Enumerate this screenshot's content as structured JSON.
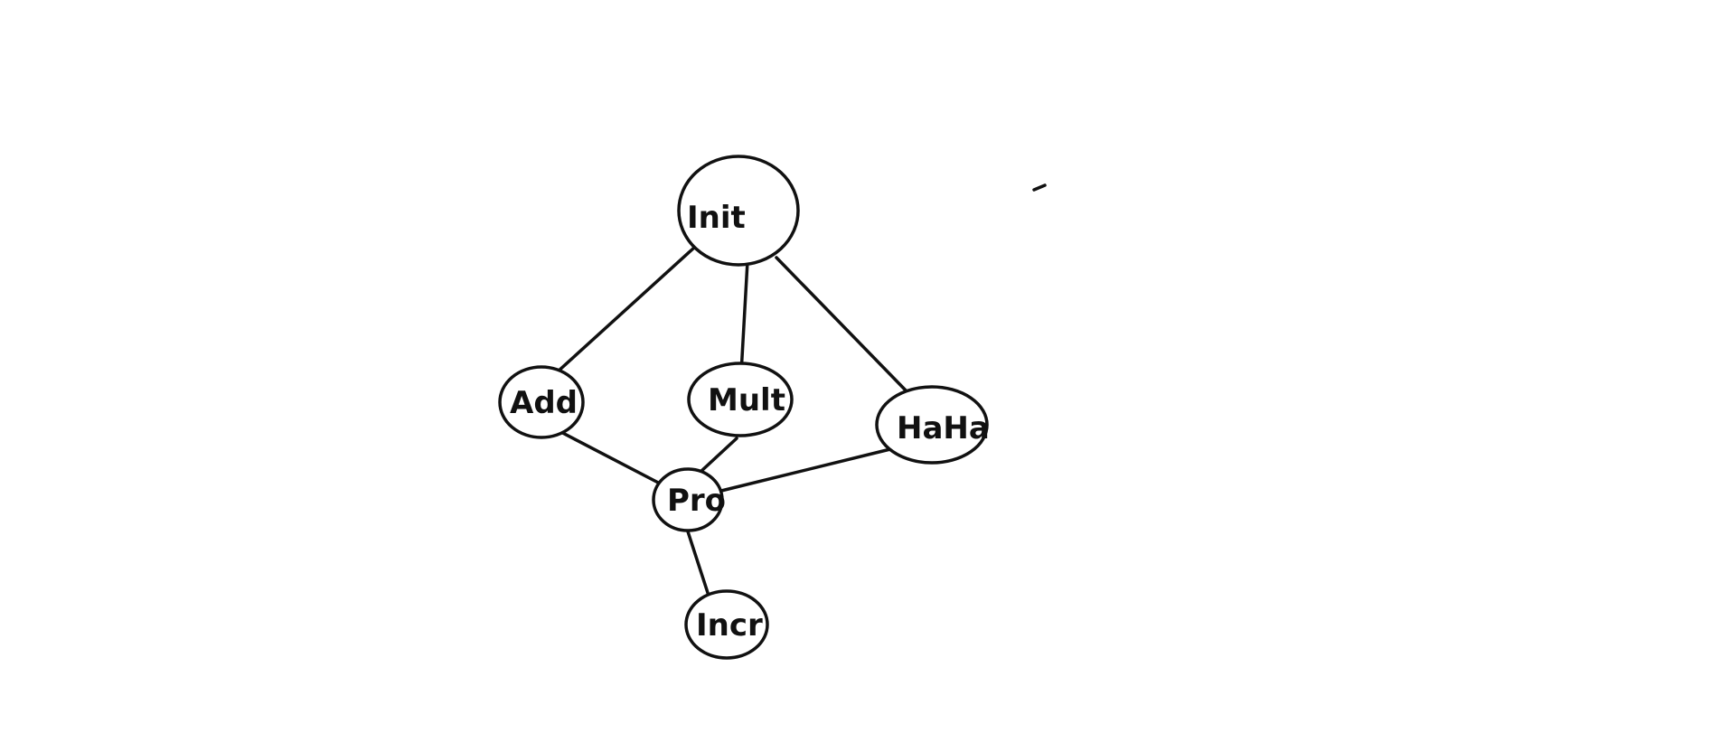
{
  "diagram": {
    "colors": {
      "stroke": "#111111",
      "background": "#ffffff"
    },
    "nodes": [
      {
        "id": "init",
        "label": "Init"
      },
      {
        "id": "add",
        "label": "Add"
      },
      {
        "id": "mult",
        "label": "Mult"
      },
      {
        "id": "haha",
        "label": "HaHa"
      },
      {
        "id": "pro",
        "label": "Pro"
      },
      {
        "id": "incr",
        "label": "Incr"
      }
    ],
    "edges": [
      {
        "from": "init",
        "to": "add"
      },
      {
        "from": "init",
        "to": "mult"
      },
      {
        "from": "init",
        "to": "haha"
      },
      {
        "from": "add",
        "to": "pro"
      },
      {
        "from": "mult",
        "to": "pro"
      },
      {
        "from": "haha",
        "to": "pro"
      },
      {
        "from": "pro",
        "to": "incr"
      }
    ]
  }
}
